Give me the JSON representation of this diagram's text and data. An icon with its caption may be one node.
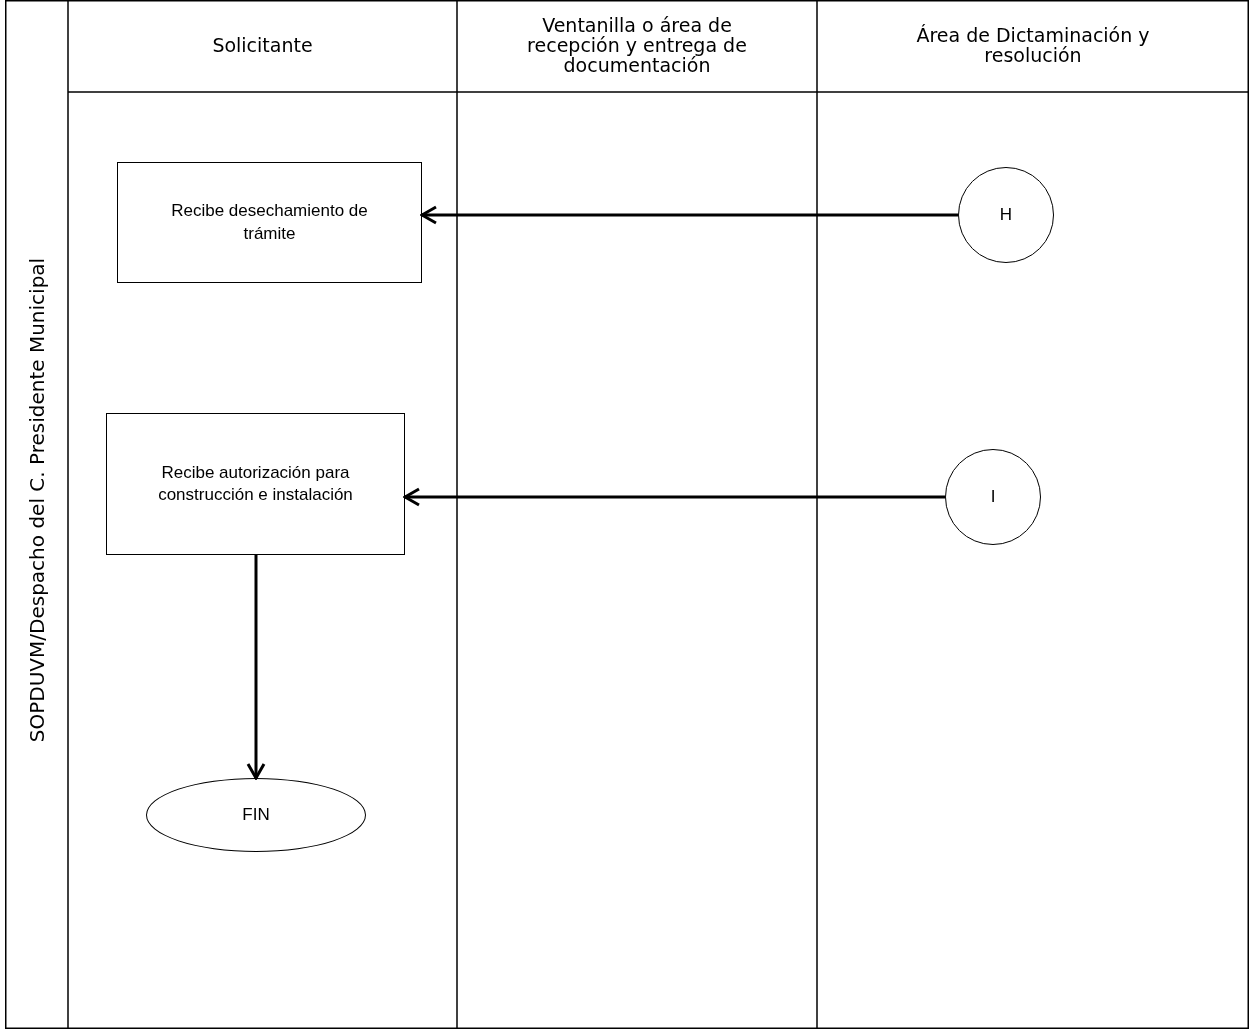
{
  "diagram": {
    "nodes": [
      {
        "text": [
          "Recibe desechamiento de trámite"
        ]
      },
      {
        "text": [
          "H"
        ]
      },
      {
        "text": [
          "Recibe autorización para construcción e instalación"
        ]
      },
      {
        "text": [
          "I"
        ]
      },
      {
        "text": [
          "FIN"
        ]
      }
    ],
    "edges": [
      {
        "from": 1,
        "to": 0,
        "arrow": "to"
      },
      {
        "from": 3,
        "to": 2,
        "arrow": "to"
      },
      {
        "from": 2,
        "to": 4,
        "arrow": "to"
      }
    ],
    "labels": [
      "SOPDUVM/Despacho del C. Presidente Municipal",
      "Solicitante",
      "Ventanilla o área de recepción y entrega de documentación",
      "Área de Dictaminación y resolución"
    ]
  }
}
